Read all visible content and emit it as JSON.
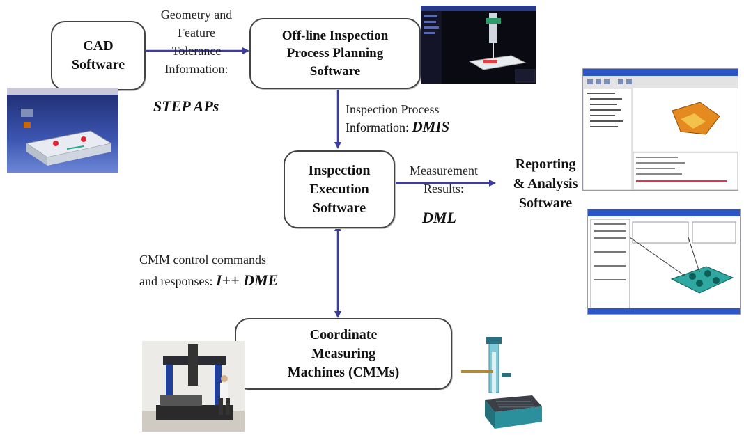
{
  "boxes": {
    "cad": "CAD\nSoftware",
    "offline": "Off-line Inspection\nProcess Planning\nSoftware",
    "execution": "Inspection\nExecution\nSoftware",
    "cmm": "Coordinate\nMeasuring\nMachines (CMMs)"
  },
  "reporting": "Reporting\n& Analysis\nSoftware",
  "labels": {
    "geometry": "Geometry and\nFeature\nTolerance\nInformation:",
    "step": "STEP APs",
    "inspection_process": "Inspection Process",
    "information_prefix": "Information:",
    "dmis": "DMIS",
    "measurement": "Measurement\nResults:",
    "dml": "DML",
    "cmm_control_1": "CMM control commands",
    "cmm_control_2": "and responses:",
    "idme": "I++ DME"
  },
  "colors": {
    "arrow": "#3d3d9e",
    "box_border": "#444444"
  }
}
